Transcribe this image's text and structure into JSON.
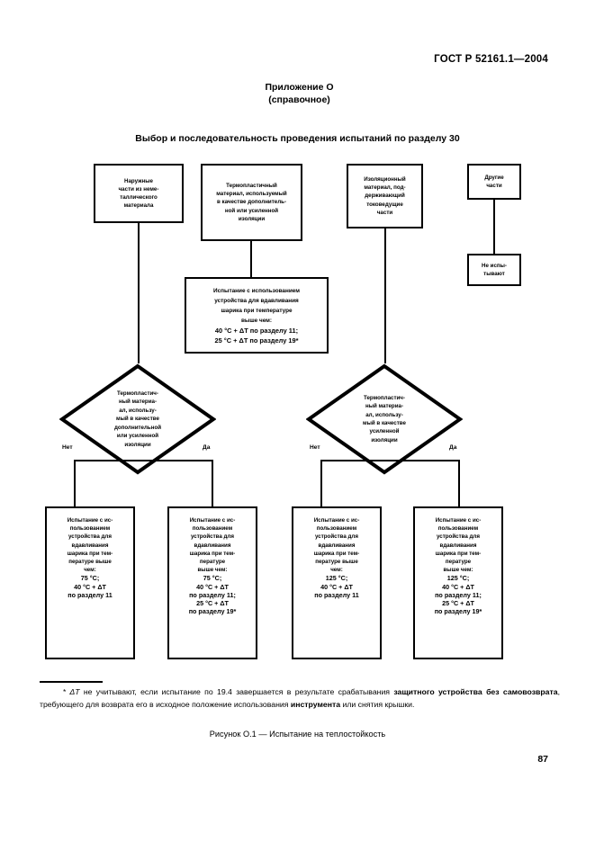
{
  "header": {
    "standard": "ГОСТ Р 52161.1—2004",
    "page_number": "87"
  },
  "appendix": {
    "title": "Приложение О",
    "subtitle": "(справочное)"
  },
  "section_title": "Выбор и последовательность проведения испытаний по разделу 30",
  "flowchart": {
    "nodes": {
      "top1": {
        "name": "external-nonmetal-parts",
        "lines": [
          "Наружные",
          "части из неме-",
          "таллического",
          "материала"
        ]
      },
      "top2": {
        "name": "thermoplastic-supplementary-insulation",
        "lines": [
          "Термопластичный",
          "материал, используемый",
          "в качестве дополнитель-",
          "ной или усиленной",
          "изоляции"
        ]
      },
      "top3": {
        "name": "insulating-material-live-parts",
        "lines": [
          "Изоляционный",
          "материал, под-",
          "держивающий",
          "токоведущие",
          "части"
        ]
      },
      "top4": {
        "name": "other-parts",
        "lines": [
          "Другие",
          "части"
        ]
      },
      "no_test": {
        "name": "not-tested",
        "lines": [
          "Не испы-",
          "тывают"
        ]
      },
      "mid_test": {
        "name": "ball-pressure-test-middle",
        "lines": [
          "Испытание с использованием",
          "устройства для вдавливания",
          "шарика при температуре",
          "выше чем:",
          "40 °С + ΔТ по разделу 11;",
          "25 °С + ΔТ по разделу 19*"
        ]
      },
      "b1": {
        "name": "ball-pressure-test-left-no",
        "lines": [
          "Испытание с ис-",
          "пользованием",
          "устройства для",
          "вдавливания",
          "шарика при тем-",
          "пературе выше",
          "чем:",
          "75 °С;",
          "40 °С + ΔТ",
          "по разделу 11"
        ]
      },
      "b2": {
        "name": "ball-pressure-test-left-yes",
        "lines": [
          "Испытание с ис-",
          "пользованием",
          "устройства для",
          "вдавливания",
          "шарика при тем-",
          "пературе",
          "выше чем:",
          "75 °С;",
          "40 °С + ΔТ",
          "по разделу 11;",
          "25 °С + ΔТ",
          "по разделу 19*"
        ]
      },
      "b3": {
        "name": "ball-pressure-test-right-no",
        "lines": [
          "Испытание с ис-",
          "пользованием",
          "устройства для",
          "вдавливания",
          "шарика при тем-",
          "пературе выше",
          "чем:",
          "125 °С;",
          "40 °С + ΔТ",
          "по разделу 11"
        ]
      },
      "b4": {
        "name": "ball-pressure-test-right-yes",
        "lines": [
          "Испытание с ис-",
          "пользованием",
          "устройства для",
          "вдавливания",
          "шарика при тем-",
          "пературе",
          "выше чем:",
          "125 °С;",
          "40 °С + ΔТ",
          "по разделу 11;",
          "25 °С + ΔТ",
          "по разделу 19*"
        ]
      }
    },
    "decisions": {
      "left": {
        "name": "decision-thermoplastic-supplementary",
        "lines": [
          "Термопластич-",
          "ный материа-",
          "ал, использу-",
          "мый в качестве",
          "дополнительной",
          "или усиленной",
          "изоляции"
        ],
        "no_label": "Нет",
        "yes_label": "Да"
      },
      "right": {
        "name": "decision-thermoplastic-reinforced",
        "lines": [
          "Термопластич-",
          "ный материа-",
          "ал, использу-",
          "мый в качестве",
          "усиленной",
          "изоляции"
        ],
        "no_label": "Нет",
        "yes_label": "Да"
      }
    }
  },
  "footnote": {
    "marker": "*",
    "part1": " ΔТ ",
    "part2": "не учитывают, если испытание по 19.4 завершается в результате срабатывания ",
    "bold1": "защитного устройства",
    "bold2": "без самовозврата",
    "part3": ", требующего для возврата его в исходное положение использования ",
    "bold3": "инструмента",
    "part4": " или снятия",
    "part5": "крышки."
  },
  "figure_caption": "Рисунок О.1 — Испытание на теплостойкость"
}
